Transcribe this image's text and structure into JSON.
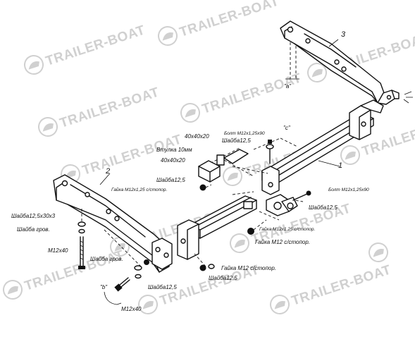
{
  "watermark": {
    "text": "TRAILER-BOAT",
    "color": "#d0d0d0"
  },
  "labels": {
    "part_1": "1",
    "part_2": "2",
    "part_3": "3",
    "view_a": "\"а\"",
    "view_b": "\"b\"",
    "view_c": "\"c\"",
    "bolt_top": "Болт М12х1,25х90",
    "washer_top": "Шайба12,5",
    "bushing_size_1": "40х40х20",
    "bushing_title": "Втулка 10мм",
    "bushing_size_2": "40х40х20",
    "washer_left": "Шайба12,5",
    "nut_upper": "Гайка М12х1,25 с/стопор.",
    "bolt_right": "Болт М12х1,25х90",
    "washer_right": "Шайба12,5",
    "nut_right": "Гайка М12х1,25 с/стопор.",
    "nut_center": "Гайка М12 с/стопор.",
    "washer_big": "Шайба12,5х30х3",
    "washer_grover": "Шайба гров.",
    "bolt_m12x40": "М12х40",
    "washer_grover_2": "Шайба гров.",
    "nut_lower": "Гайка М12 с/стопор.",
    "washer_lower": "Шайба12,5",
    "washer_bottom": "Шайба12,5",
    "bolt_bottom": "М12х40"
  }
}
